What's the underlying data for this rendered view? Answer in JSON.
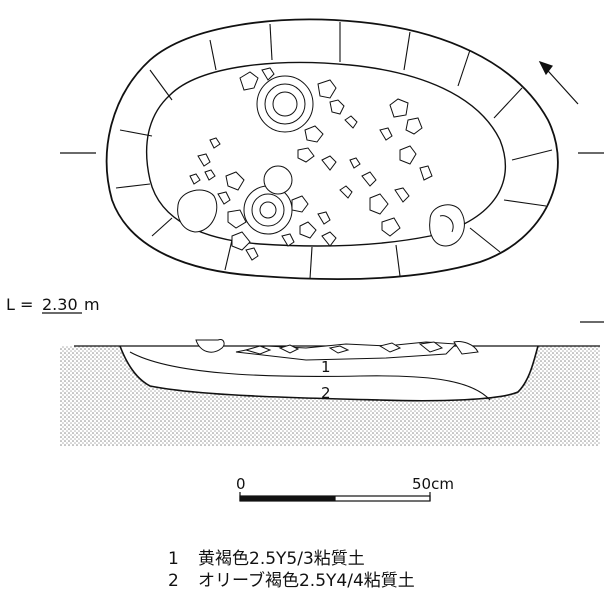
{
  "elevation": {
    "prefix": "L =",
    "value": "2.30",
    "unit": "m"
  },
  "scale_bar": {
    "start_label": "0",
    "end_label": "50cm"
  },
  "section_layers": [
    {
      "number": "1",
      "description": "黄褐色2.5Y5/3粘質土"
    },
    {
      "number": "2",
      "description": "オリーブ褐色2.5Y4/4粘質土"
    }
  ],
  "legend": [
    {
      "number": "1",
      "description": "黄褐色2.5Y5/3粘質土"
    },
    {
      "number": "2",
      "description": "オリーブ褐色2.5Y4/4粘質土"
    }
  ]
}
